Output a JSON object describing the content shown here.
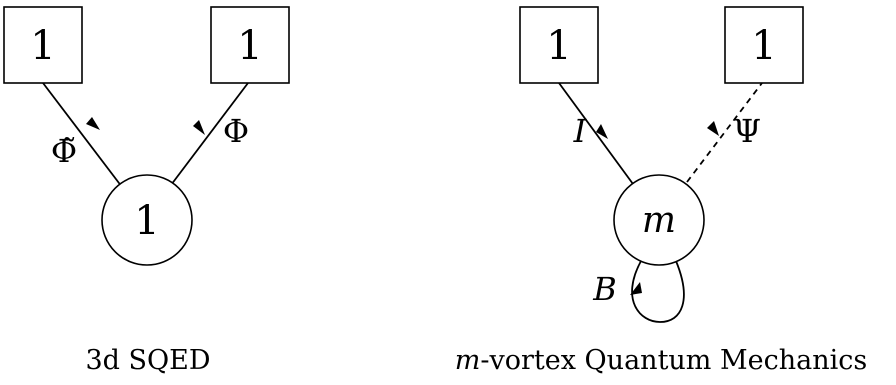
{
  "left_diagram": {
    "box_left_label": "1",
    "box_right_label": "1",
    "node_label": "1",
    "edge_in_label": "Φ̃",
    "edge_out_label": "Φ",
    "caption": "3d SQED"
  },
  "right_diagram": {
    "box_left_label": "1",
    "box_right_label": "1",
    "node_label": "m",
    "edge_solid_label": "I",
    "edge_dashed_label": "Ψ",
    "loop_label": "B",
    "caption_var": "m",
    "caption_rest": "-vortex Quantum Mechanics"
  }
}
